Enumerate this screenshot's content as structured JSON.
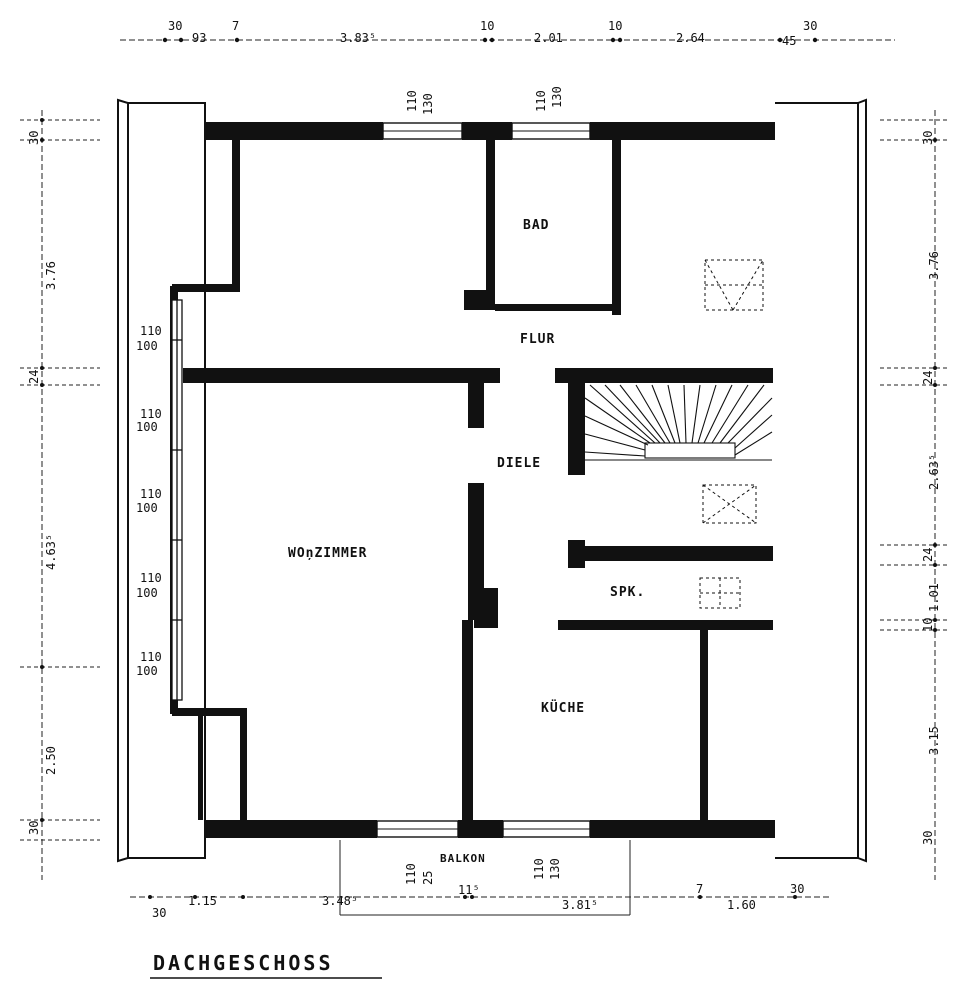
{
  "rooms": {
    "bad": "BAD",
    "flur": "FLUR",
    "diele": "DIELE",
    "wohnzimmer": "WOņZIMMER",
    "spk": "SPK.",
    "kueche": "KÜCHE",
    "balkon": "BALKON"
  },
  "title": "DACHGESCHOSS",
  "top_dims": [
    "30",
    "93",
    "7",
    "3.83⁵",
    "10",
    "2.01",
    "10",
    "2.64",
    "45",
    "30"
  ],
  "bottom_dims": [
    "30",
    "1.15",
    "3.48⁵",
    "11⁵",
    "3.81⁵",
    "7",
    "1.60",
    "30"
  ],
  "left_dims": [
    "30",
    "3.76",
    "24",
    "4.63⁵",
    "2.50",
    "30"
  ],
  "right_dims": [
    "30",
    "3.76",
    "24",
    "2.63⁵",
    "24",
    "1.01",
    "10",
    "3.15",
    "30"
  ],
  "window_labels": {
    "left_1": [
      "110",
      "100"
    ],
    "left_2": [
      "110",
      "100"
    ],
    "left_3": [
      "110",
      "100"
    ],
    "left_4": [
      "110",
      "100"
    ],
    "left_5": [
      "110",
      "100"
    ],
    "top_1": [
      "110",
      "130"
    ],
    "top_2": [
      "110",
      "130"
    ],
    "bottom_1": [
      "110",
      "25"
    ],
    "bottom_2": [
      "110",
      "130"
    ]
  }
}
